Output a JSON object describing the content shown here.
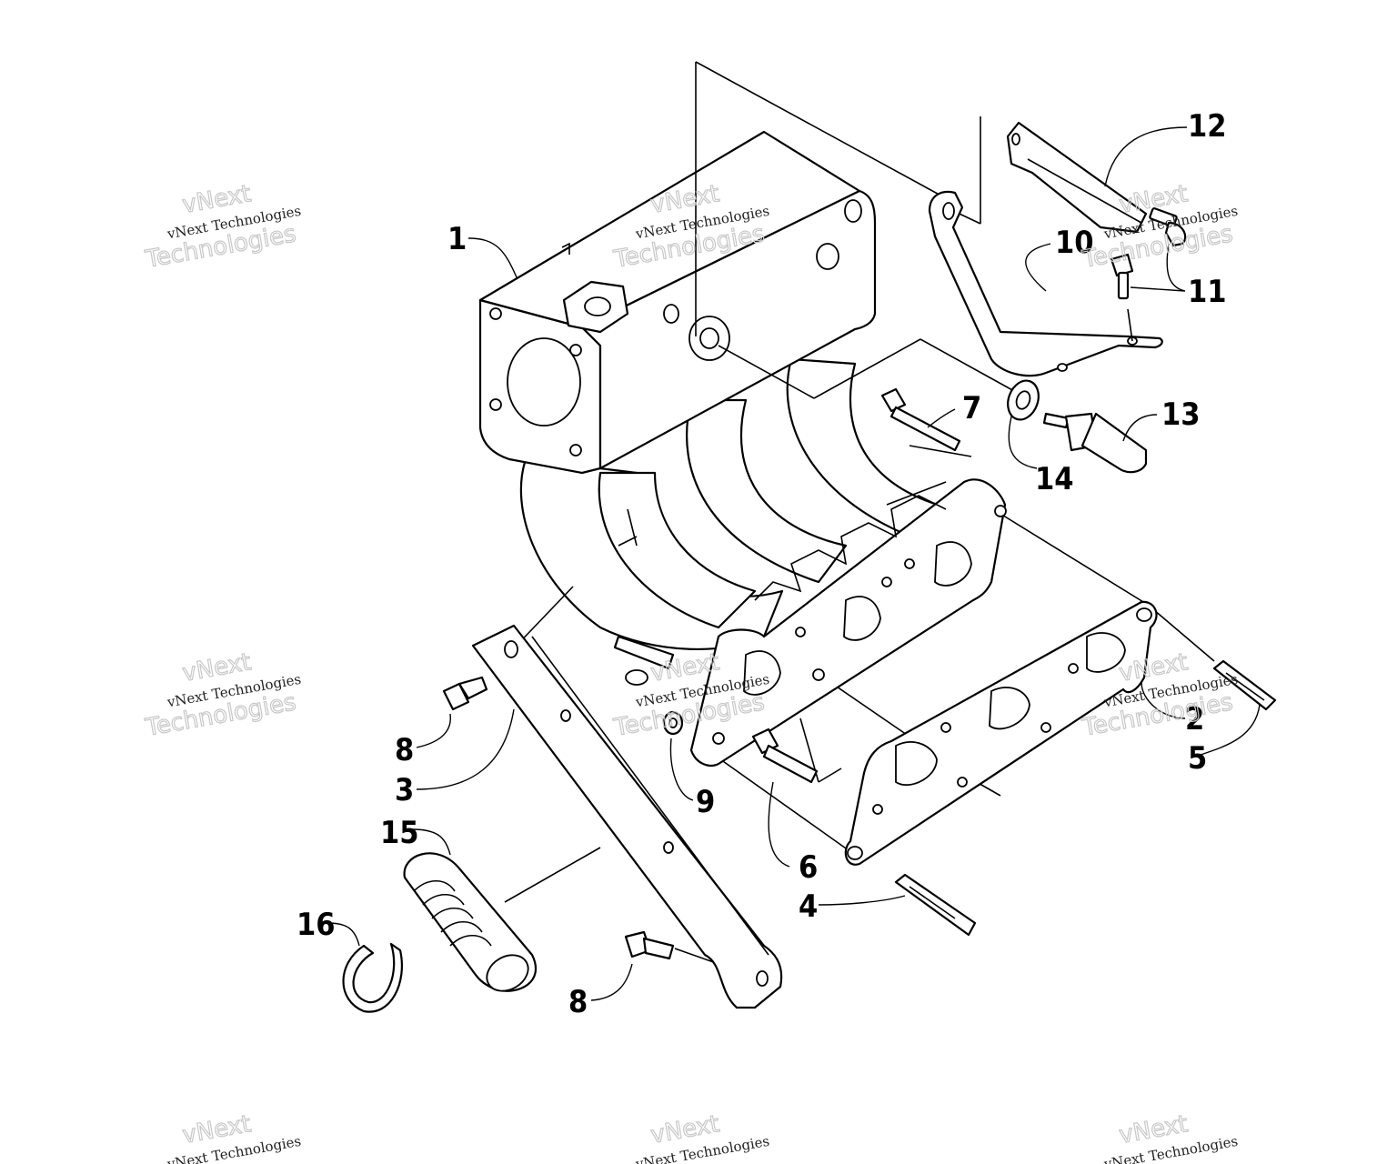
{
  "callouts": [
    {
      "id": "1",
      "text": "1"
    },
    {
      "id": "2",
      "text": "2"
    },
    {
      "id": "3",
      "text": "3"
    },
    {
      "id": "4",
      "text": "4"
    },
    {
      "id": "5",
      "text": "5"
    },
    {
      "id": "6",
      "text": "6"
    },
    {
      "id": "7",
      "text": "7"
    },
    {
      "id": "8a",
      "text": "8"
    },
    {
      "id": "8b",
      "text": "8"
    },
    {
      "id": "9",
      "text": "9"
    },
    {
      "id": "10",
      "text": "10"
    },
    {
      "id": "11",
      "text": "11"
    },
    {
      "id": "12",
      "text": "12"
    },
    {
      "id": "13",
      "text": "13"
    },
    {
      "id": "14",
      "text": "14"
    },
    {
      "id": "15",
      "text": "15"
    },
    {
      "id": "16",
      "text": "16"
    }
  ],
  "watermark": {
    "line1": "vNext",
    "line2": "vNext Technologies",
    "line3": "Technologies"
  }
}
